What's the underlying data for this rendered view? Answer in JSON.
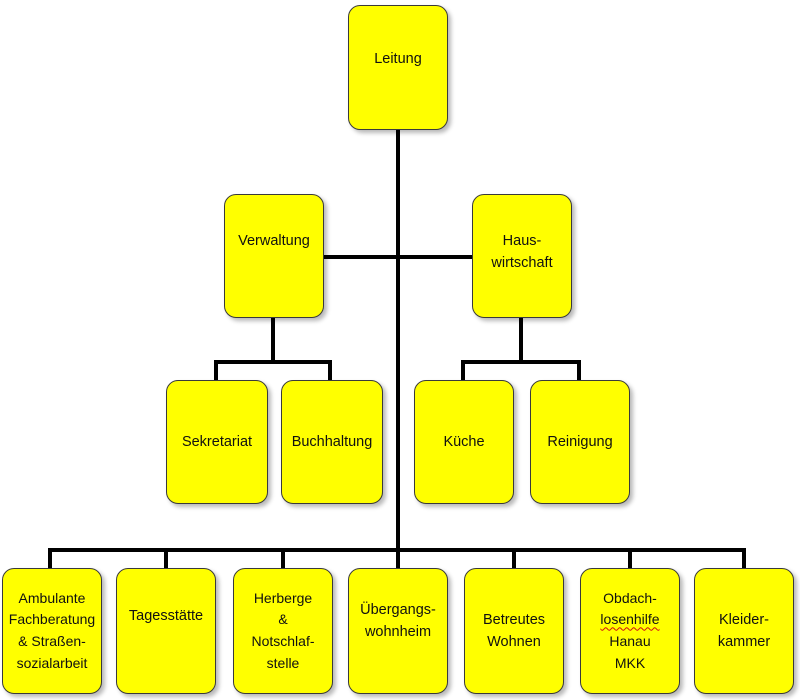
{
  "chart": {
    "root": {
      "label": "Leitung"
    },
    "level1": [
      {
        "label": "Verwaltung"
      },
      {
        "label": "Haus-\nwirtschaft"
      }
    ],
    "level2": [
      {
        "label": "Sekretariat"
      },
      {
        "label": "Buchhaltung"
      },
      {
        "label": "Küche"
      },
      {
        "label": "Reinigung"
      }
    ],
    "services": [
      {
        "label": "Ambulante\nFachberatung\n& Straßen-\nsozialarbeit"
      },
      {
        "label": "Tagesstätte"
      },
      {
        "label": "Herberge\n&\nNotschlaf-\nstelle"
      },
      {
        "label": "Übergangs-\nwohnheim"
      },
      {
        "label": "Betreutes\nWohnen"
      },
      {
        "label": "Obdach-\nlosenhilfe\nHanau\nMKK"
      },
      {
        "label": "Kleider-\nkammer"
      }
    ]
  },
  "colors": {
    "box_fill": "#ffff00",
    "box_border": "#3a3a3a",
    "line": "#000000",
    "spellcheck": "#d01010"
  }
}
